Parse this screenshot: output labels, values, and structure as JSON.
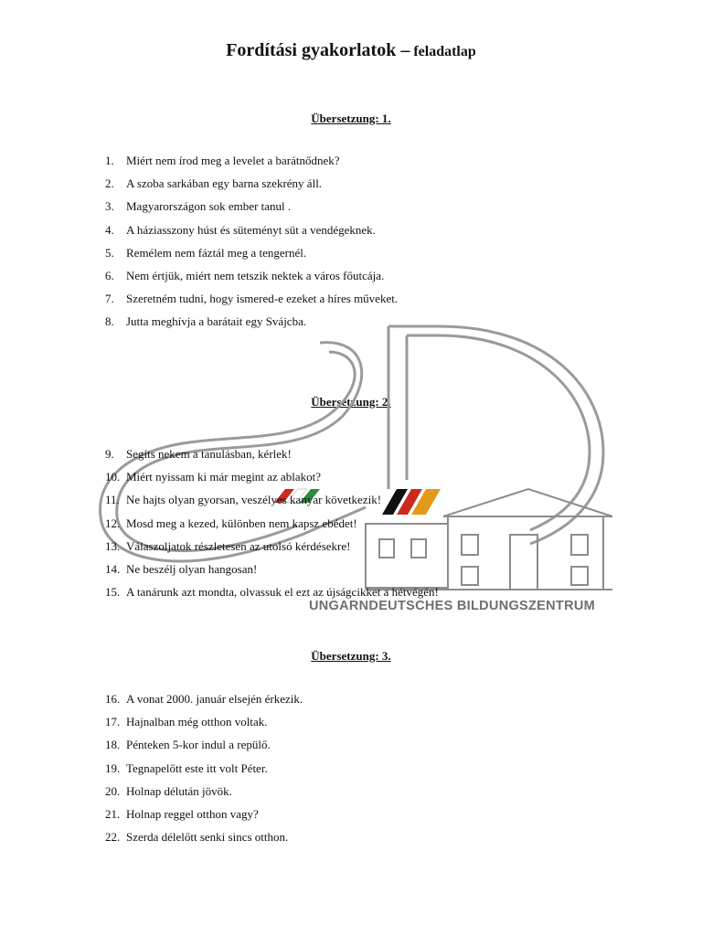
{
  "document": {
    "title_main": "Fordítási gyakorlatok –",
    "title_sub": "feladatlap"
  },
  "sections": [
    {
      "heading": "Übersetzung: 1.",
      "items": [
        {
          "n": "1.",
          "text": "Miért nem írod meg a levelet a barátnődnek?"
        },
        {
          "n": "2.",
          "text": "A szoba sarkában egy barna szekrény áll."
        },
        {
          "n": "3.",
          "text": "Magyarországon sok ember tanul ."
        },
        {
          "n": "4.",
          "text": "A háziasszony húst és süteményt süt a vendégeknek."
        },
        {
          "n": "5.",
          "text": "Remélem nem fáztál meg a tengernél."
        },
        {
          "n": "6.",
          "text": "Nem értjük, miért nem tetszik nektek a város főutcája."
        },
        {
          "n": "7.",
          "text": "Szeretném tudni, hogy ismered-e ezeket a híres műveket."
        },
        {
          "n": "8.",
          "text": "Jutta meghívja a barátait egy Svájcba."
        }
      ]
    },
    {
      "heading": "Übersetzung: 2.",
      "items": [
        {
          "n": "9.",
          "text": "Segíts nekem a tanulásban, kérlek!"
        },
        {
          "n": "10.",
          "text": "Miért nyissam ki már megint az ablakot?"
        },
        {
          "n": "11.",
          "text": "Ne hajts olyan gyorsan, veszélyes kanyar következik!"
        },
        {
          "n": "12.",
          "text": "Mosd meg a kezed, különben nem kapsz ebédet!"
        },
        {
          "n": "13.",
          "text": "Válaszoljatok részletesen az utolsó kérdésekre!"
        },
        {
          "n": "14.",
          "text": "Ne beszélj olyan hangosan!"
        },
        {
          "n": "15.",
          "text": "A tanárunk azt mondta, olvassuk el ezt az újságcikket a hétvégén!"
        }
      ]
    },
    {
      "heading": "Übersetzung: 3.",
      "items": [
        {
          "n": "16.",
          "text": "A vonat 2000. január elsején érkezik."
        },
        {
          "n": "17.",
          "text": "Hajnalban még otthon voltak."
        },
        {
          "n": "18.",
          "text": "Pénteken 5-kor indul a repülő."
        },
        {
          "n": "19.",
          "text": "Tegnapelőtt este itt volt Péter."
        },
        {
          "n": "20.",
          "text": "Holnap délután jövök."
        },
        {
          "n": "21.",
          "text": "Holnap reggel otthon vagy?"
        },
        {
          "n": "22.",
          "text": "Szerda délelőtt senki sincs otthon."
        }
      ]
    }
  ],
  "watermark": {
    "text": "UNGARNDEUTSCHES BILDUNGSZENTRUM",
    "colors": {
      "outline": "#9a9a9a",
      "red": "#cc2a1e",
      "green": "#2e8b3c",
      "black": "#111111",
      "gold": "#e39a1c",
      "building": "#8c8c8c"
    }
  }
}
